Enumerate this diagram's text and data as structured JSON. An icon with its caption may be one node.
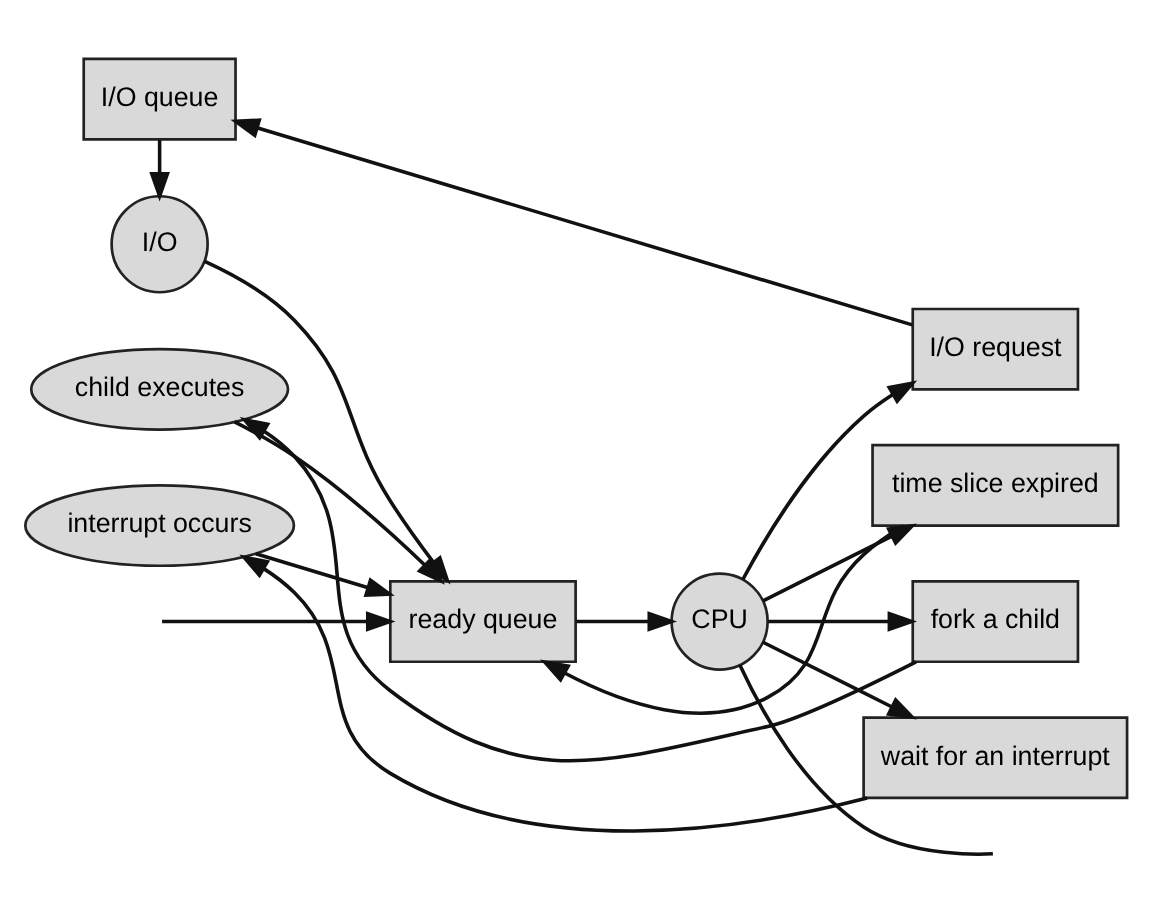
{
  "diagram": {
    "nodes": [
      {
        "text": [
          "ready queue"
        ]
      },
      {
        "text": [
          "CPU"
        ]
      },
      {
        "text": [
          "I/O"
        ]
      },
      {
        "text": [
          "I/O queue"
        ]
      },
      {
        "text": [
          "I/O request"
        ]
      },
      {
        "text": [
          "time slice expired"
        ]
      },
      {
        "text": [
          "child executes"
        ]
      },
      {
        "text": [
          "fork a child"
        ]
      },
      {
        "text": [
          "interrupt occurs"
        ]
      },
      {
        "text": [
          "wait for an interrupt"
        ]
      }
    ],
    "edges": [
      {
        "from": null,
        "to": 0,
        "arrow": "to"
      },
      {
        "from": 0,
        "to": 1,
        "arrow": "to"
      },
      {
        "from": 1,
        "to": null,
        "arrow": "none"
      },
      {
        "from": 1,
        "to": 4,
        "arrow": "to"
      },
      {
        "from": 1,
        "to": 5,
        "arrow": "to"
      },
      {
        "from": 1,
        "to": 7,
        "arrow": "to"
      },
      {
        "from": 1,
        "to": 9,
        "arrow": "to"
      },
      {
        "from": 4,
        "to": 3,
        "arrow": "to"
      },
      {
        "from": 3,
        "to": 2,
        "arrow": "to"
      },
      {
        "from": 2,
        "to": 0,
        "arrow": "to"
      },
      {
        "from": 5,
        "to": 0,
        "arrow": "to"
      },
      {
        "from": 7,
        "to": 6,
        "arrow": "to"
      },
      {
        "from": 6,
        "to": 0,
        "arrow": "to"
      },
      {
        "from": 9,
        "to": 8,
        "arrow": "to"
      },
      {
        "from": 8,
        "to": 0,
        "arrow": "to"
      }
    ]
  }
}
